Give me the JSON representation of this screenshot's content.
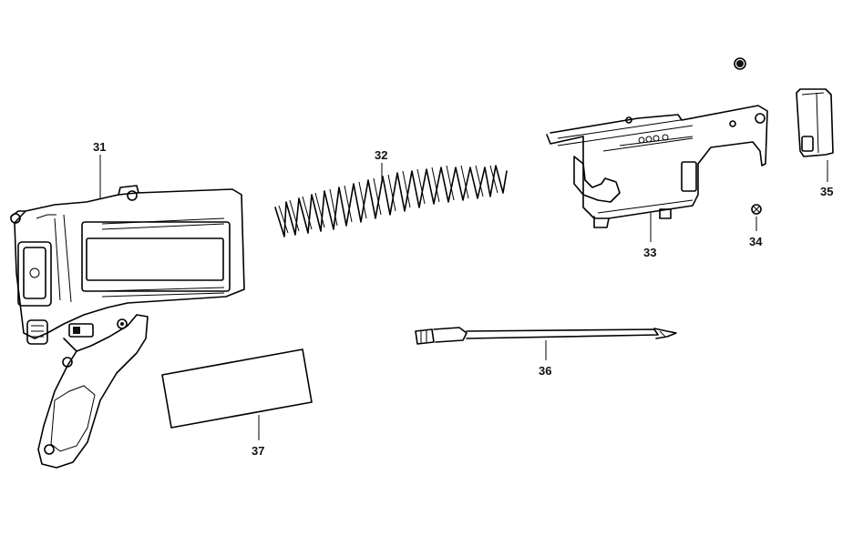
{
  "labels": {
    "p31": "31",
    "p32": "32",
    "p33": "33",
    "p34": "34",
    "p35": "35",
    "p36": "36",
    "p37": "37"
  }
}
